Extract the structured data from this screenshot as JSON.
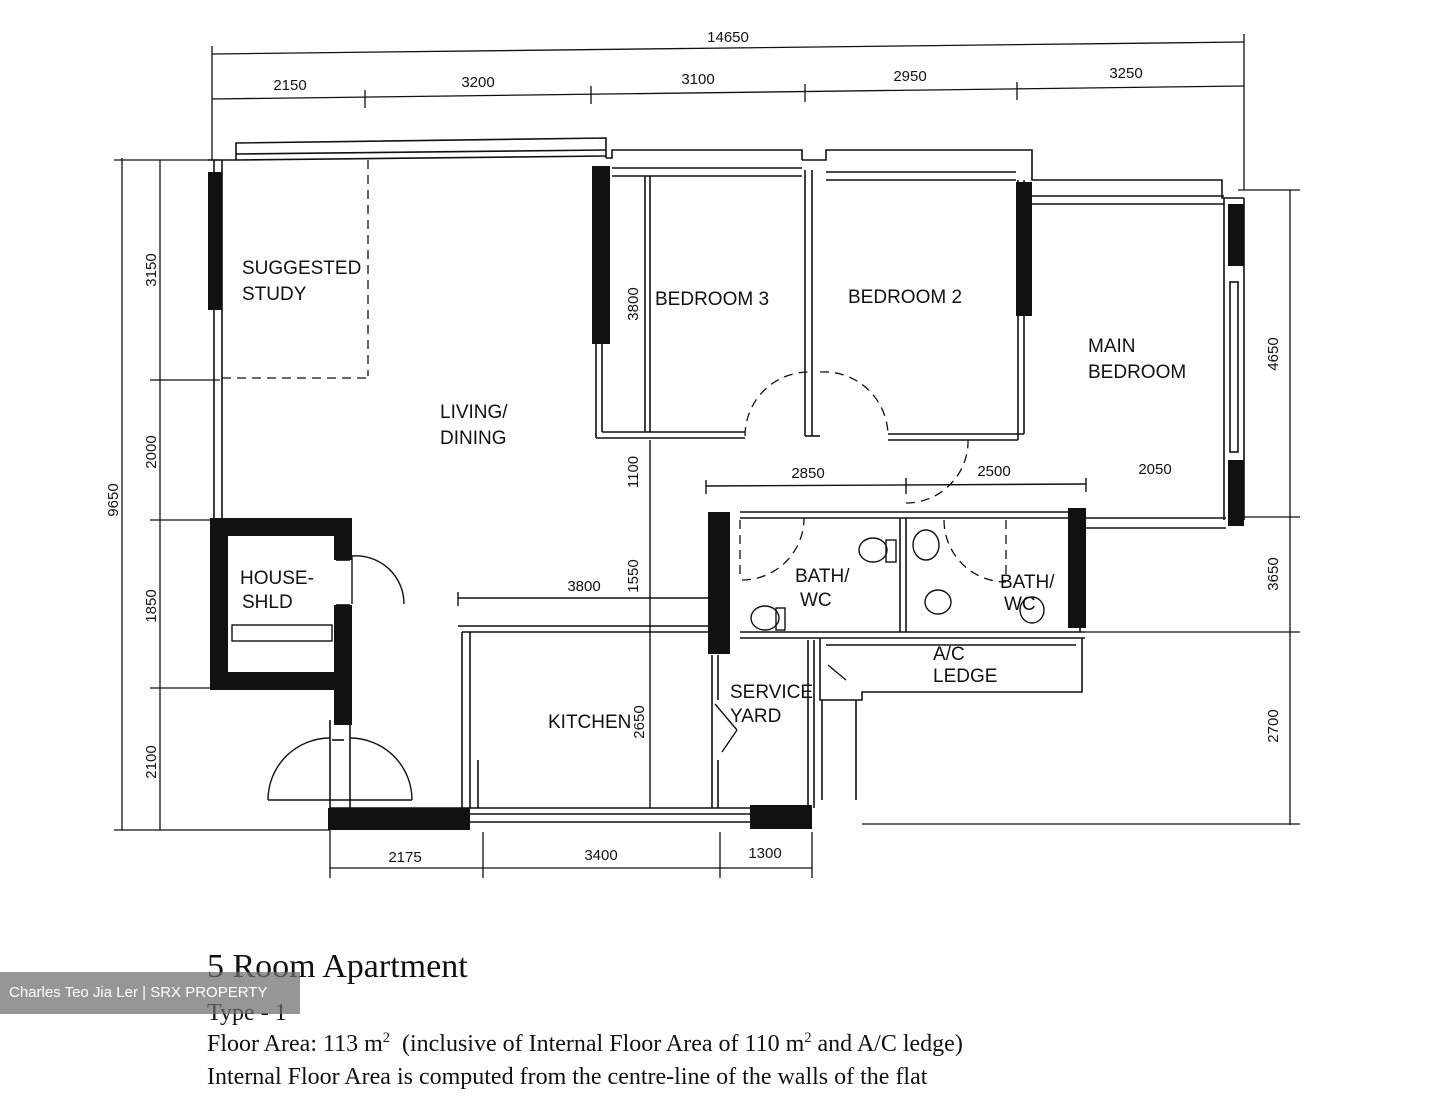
{
  "plan": {
    "overall_width": "14650",
    "overall_depth": "9650",
    "top_dims": [
      "2150",
      "3200",
      "3100",
      "2950",
      "3250"
    ],
    "left_dims": [
      "3150",
      "2000",
      "1850",
      "2100"
    ],
    "right_dims": [
      "4650",
      "3650",
      "2700"
    ],
    "bottom_dims": [
      "2175",
      "3400",
      "1300"
    ],
    "inner_dims": {
      "bedroom3_depth": "3800",
      "corridor": "1100",
      "bath_row": [
        "2850",
        "2500",
        "2050"
      ],
      "store_width": "3800",
      "kitchen_offset": "1550",
      "kitchen_depth": "2650"
    },
    "rooms": {
      "study_line1": "SUGGESTED",
      "study_line2": "STUDY",
      "living_line1": "LIVING/",
      "living_line2": "DINING",
      "bedroom3": "BEDROOM 3",
      "bedroom2": "BEDROOM 2",
      "main_line1": "MAIN",
      "main_line2": "BEDROOM",
      "household_line1": "HOUSE-",
      "household_line2": "SHLD",
      "bath1_line1": "BATH/",
      "bath1_line2": "WC",
      "bath2_line1": "BATH/",
      "bath2_line2": "WC",
      "ac_line1": "A/C",
      "ac_line2": "LEDGE",
      "kitchen": "KITCHEN",
      "service_line1": "SERVICE",
      "service_line2": "YARD"
    }
  },
  "info": {
    "title": "5 Room Apartment",
    "type": "Type - 1",
    "floor_area_prefix": "Floor Area: 113 m",
    "floor_area_mid": "  (inclusive of Internal Floor Area of 110 m",
    "floor_area_suffix": " and A/C ledge)",
    "superscript": "2",
    "note": "Internal Floor Area is computed from the centre-line of the walls of the flat"
  },
  "watermark": "Charles Teo Jia Ler | SRX PROPERTY"
}
